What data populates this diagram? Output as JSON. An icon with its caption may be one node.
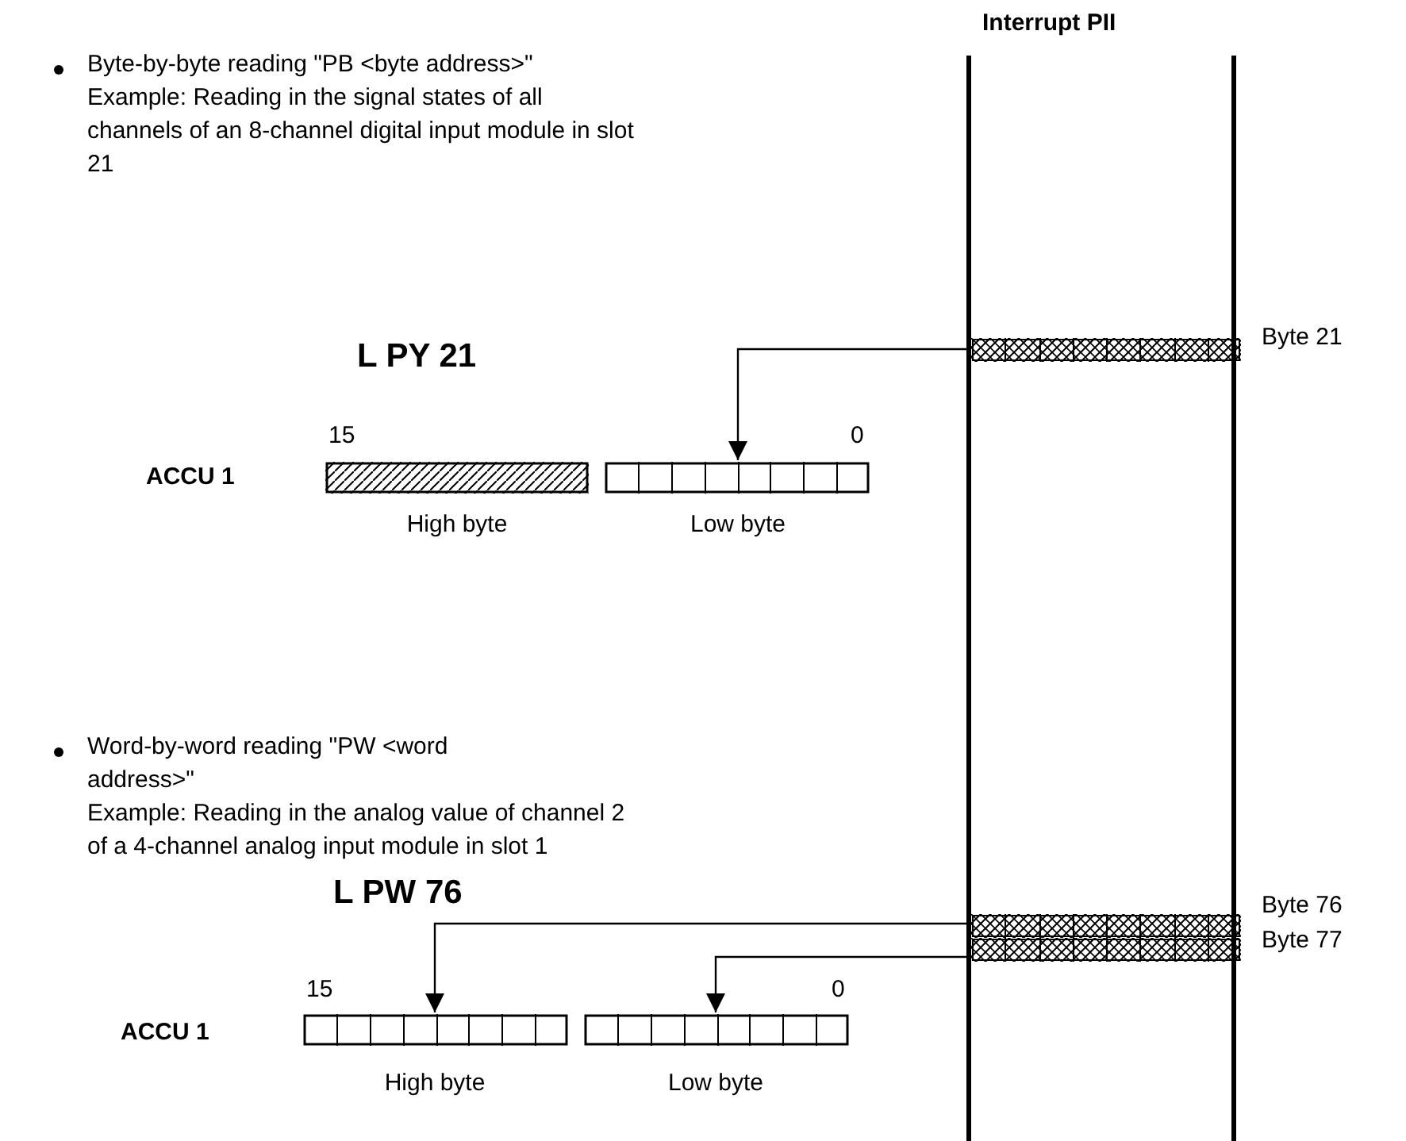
{
  "diagram": {
    "nodes": [
      {
        "text": [
          "Interrupt PII"
        ]
      },
      {
        "text": [],
        "shape": "bar",
        "in": 0,
        "beside": [
          "Byte 21"
        ]
      },
      {
        "text": [],
        "shape": "bar",
        "beside": [
          "High byte"
        ]
      },
      {
        "text": [],
        "shape": "bar",
        "beside": [
          "Low byte"
        ]
      },
      {
        "text": [],
        "shape": "bar",
        "in": 0,
        "beside": [
          "Byte 76"
        ]
      },
      {
        "text": [],
        "shape": "bar",
        "in": 0,
        "beside": [
          "Byte 77"
        ]
      },
      {
        "text": [],
        "shape": "bar",
        "beside": [
          "High byte"
        ]
      },
      {
        "text": [],
        "shape": "bar",
        "beside": [
          "Low byte"
        ]
      }
    ],
    "edges": [
      {
        "from": 1,
        "to": 3,
        "arrow": "to"
      },
      {
        "from": 4,
        "to": 6,
        "arrow": "to"
      },
      {
        "from": 5,
        "to": 7,
        "arrow": "to"
      }
    ],
    "labels": [
      "Byte-by-byte reading \"PB <byte address>\"",
      "Example: Reading in the signal states of all channels of an 8-channel digital input module in slot 21",
      "L PY 21",
      "15",
      "0",
      "ACCU 1",
      "Word-by-word reading \"PW <word address>\"",
      "Example: Reading in the analog value of channel 2 of a 4-channel analog input module in slot 1",
      "L PW 76",
      "15",
      "0",
      "ACCU 1"
    ]
  }
}
